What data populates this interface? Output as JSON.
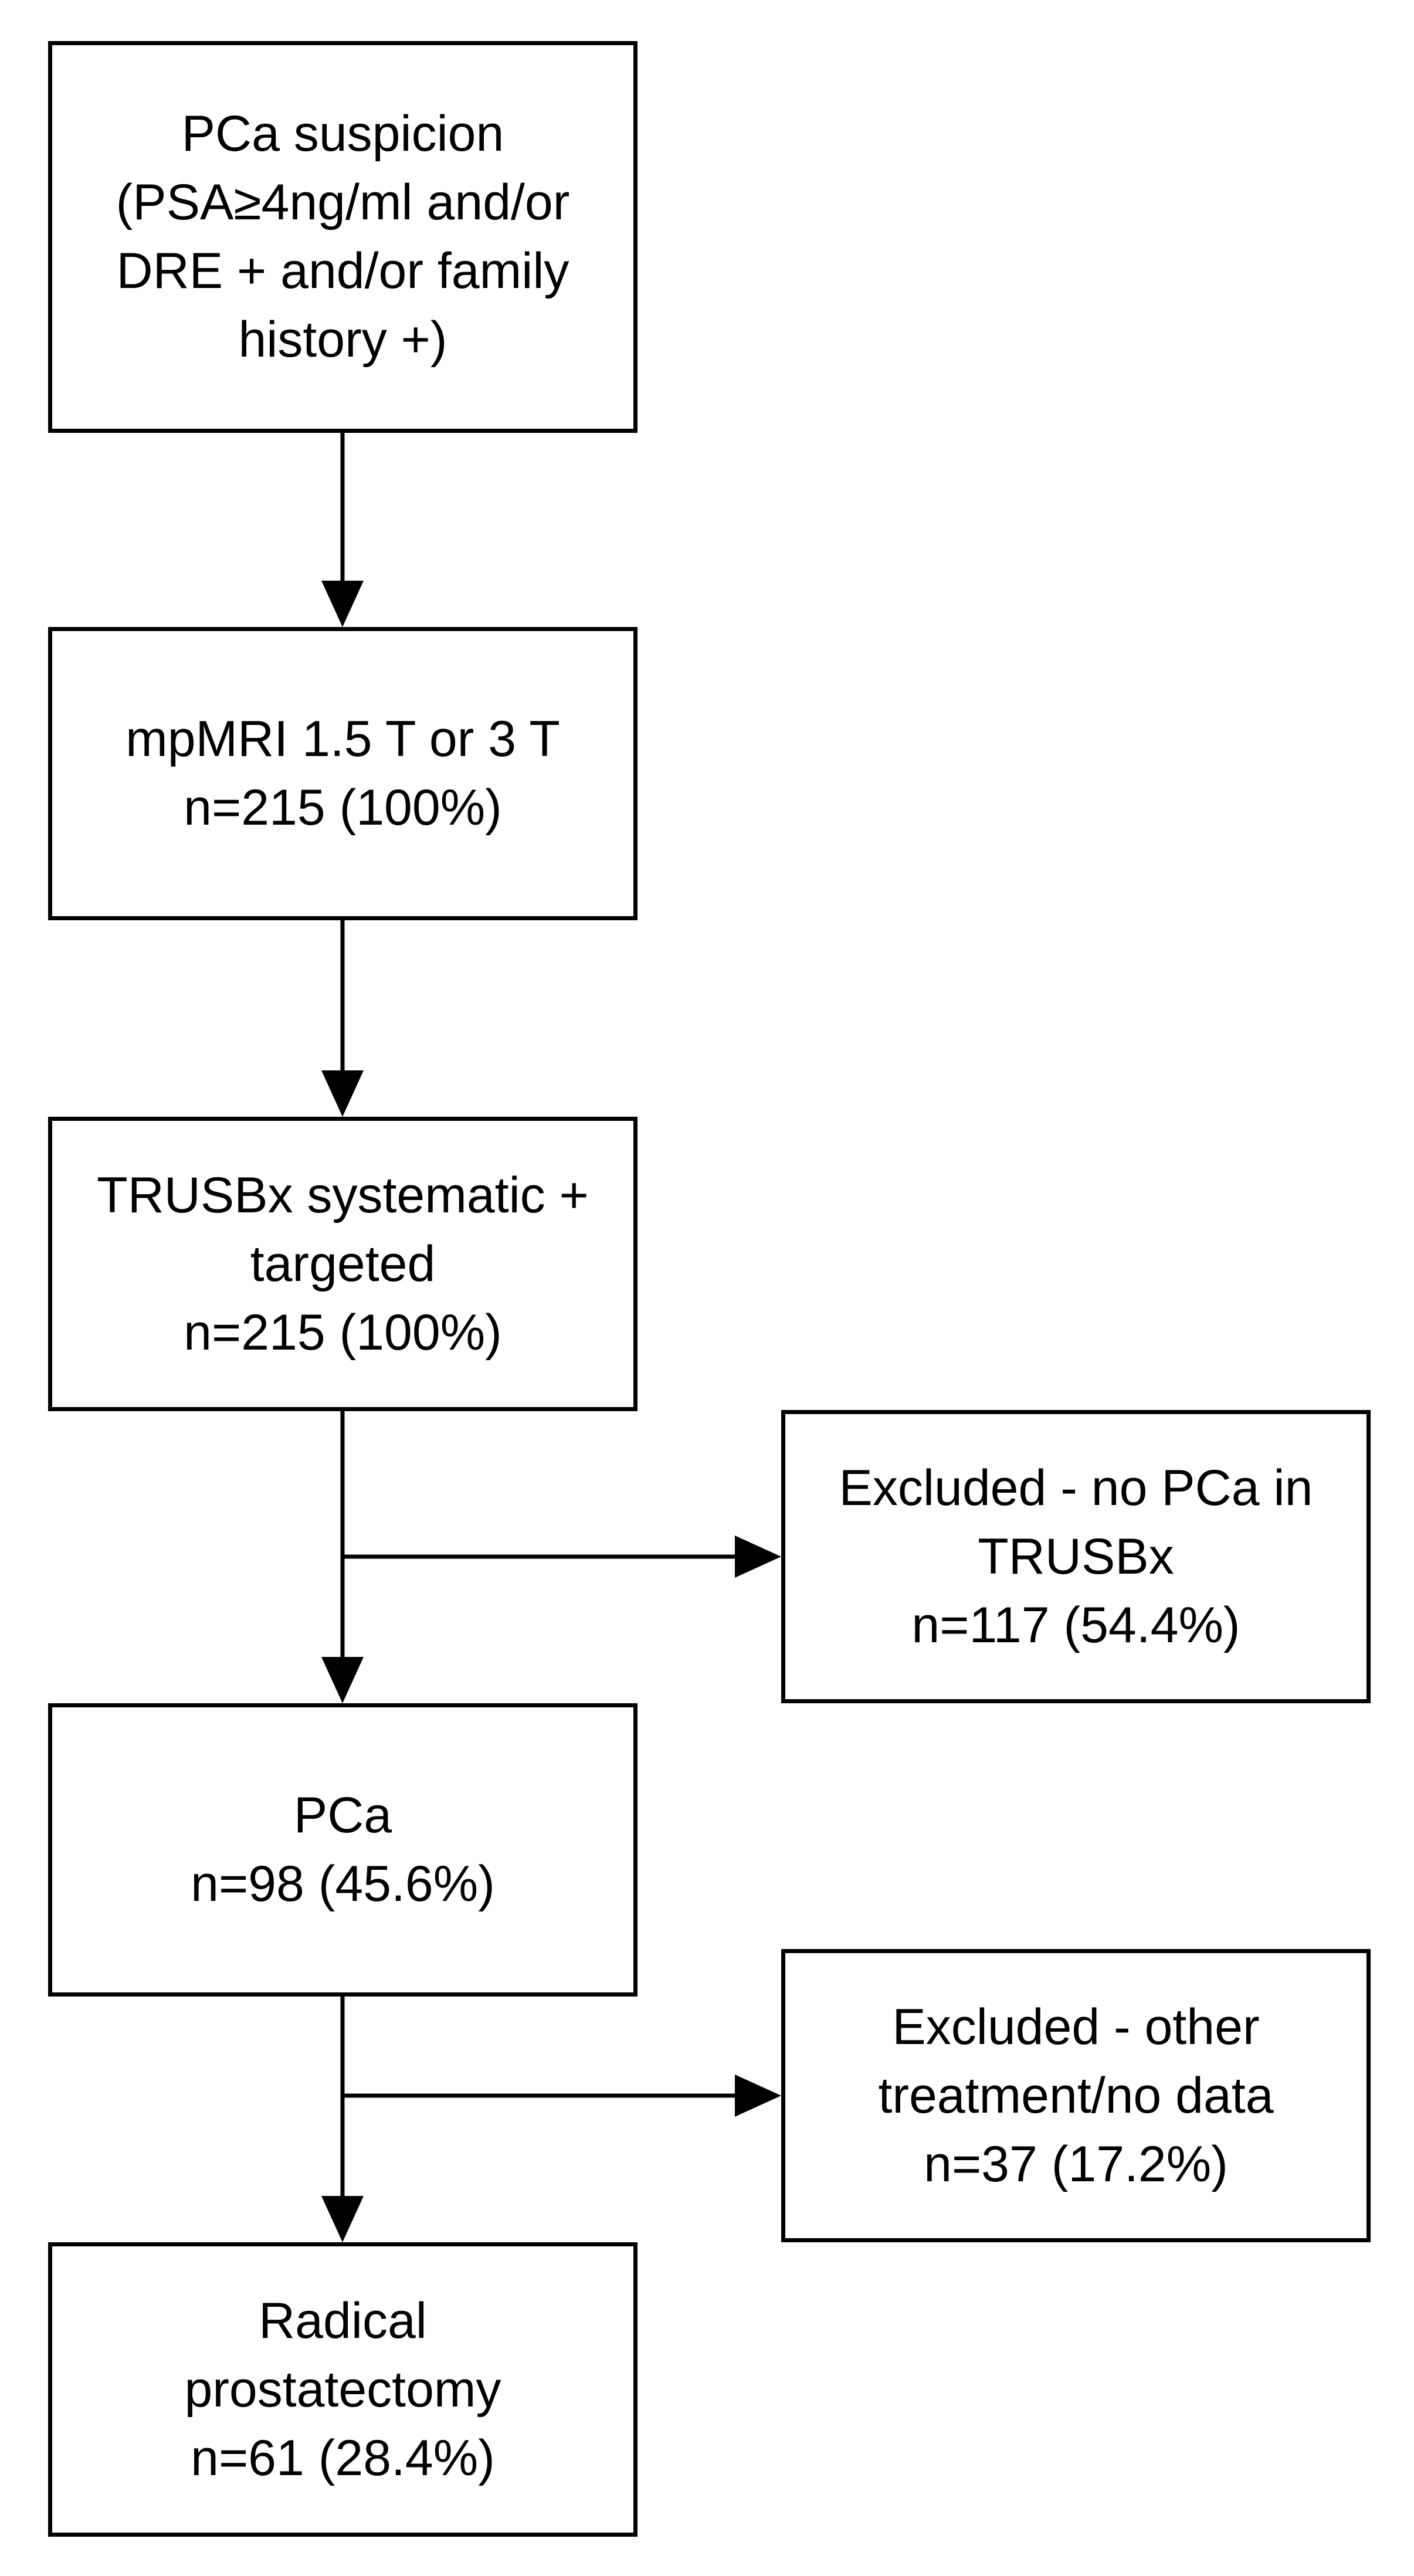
{
  "flowchart": {
    "steps": [
      {
        "id": "suspicion",
        "text": "PCa suspicion\n(PSA≥4ng/ml and/or\nDRE + and/or family\nhistory +)"
      },
      {
        "id": "mpmri",
        "text": "mpMRI 1.5 T or 3 T\nn=215 (100%)"
      },
      {
        "id": "trusbx",
        "text": "TRUSBx systematic +\ntargeted\nn=215 (100%)"
      },
      {
        "id": "pca",
        "text": "PCa\nn=98 (45.6%)"
      },
      {
        "id": "radical",
        "text": "Radical\nprostatectomy\nn=61 (28.4%)"
      }
    ],
    "exclusions": [
      {
        "id": "excl-no-pca",
        "text": "Excluded - no PCa in\nTRUSBx\nn=117 (54.4%)"
      },
      {
        "id": "excl-other",
        "text": "Excluded - other\ntreatment/no data\nn=37 (17.2%)"
      }
    ],
    "colors": {
      "stroke": "#000000",
      "background": "#ffffff",
      "text": "#000000"
    }
  }
}
